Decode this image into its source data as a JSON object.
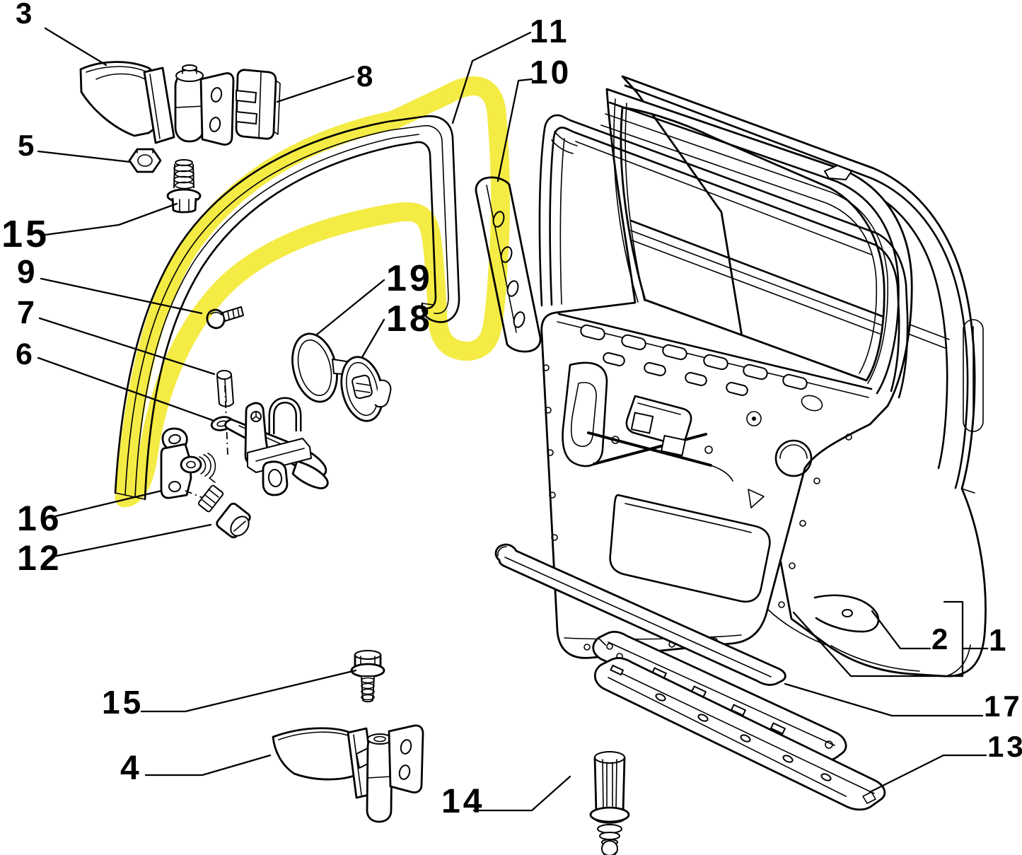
{
  "figure": {
    "background_color": "#ffffff",
    "line_color": "#000000",
    "highlight_color": "#f3ea35"
  },
  "callouts": {
    "c1": {
      "label": "1"
    },
    "c2": {
      "label": "2"
    },
    "c3": {
      "label": "3"
    },
    "c4": {
      "label": "4"
    },
    "c5": {
      "label": "5"
    },
    "c6": {
      "label": "6"
    },
    "c7": {
      "label": "7"
    },
    "c8": {
      "label": "8"
    },
    "c9": {
      "label": "9"
    },
    "c10": {
      "label": "10"
    },
    "c11": {
      "label": "11"
    },
    "c12": {
      "label": "12"
    },
    "c13": {
      "label": "13"
    },
    "c14": {
      "label": "14"
    },
    "c15_upper": {
      "label": "15"
    },
    "c15_lower": {
      "label": "15"
    },
    "c16": {
      "label": "16"
    },
    "c17": {
      "label": "17"
    },
    "c18": {
      "label": "18"
    },
    "c19": {
      "label": "19"
    }
  }
}
